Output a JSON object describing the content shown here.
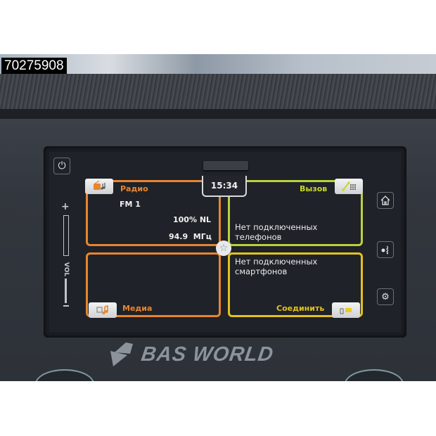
{
  "listing_id": "70275908",
  "screen": {
    "clock": "15:34",
    "power_icon": "power-icon",
    "volume": {
      "plus": "+",
      "label": "VOL",
      "minus": "−"
    },
    "side_buttons": [
      {
        "name": "home",
        "icon": "home-icon",
        "glyph": "⌂"
      },
      {
        "name": "voice",
        "icon": "voice-command-icon",
        "glyph": "ʗ"
      },
      {
        "name": "settings",
        "icon": "settings-gear-icon",
        "glyph": "⚙"
      }
    ],
    "favorite_icon": "☆",
    "tiles": {
      "radio": {
        "title": "Радио",
        "band": "FM 1",
        "signal": "100% NL",
        "frequency": "94.9  МГц",
        "icon": "radio-icon",
        "color": "#e8852e"
      },
      "call": {
        "title": "Вызов",
        "status_line1": "Нет подключенных",
        "status_line2": "телефонов",
        "icon": "phone-icon",
        "color": "#b9d23a"
      },
      "media": {
        "title": "Медиа",
        "icon": "media-icon",
        "color": "#e8852e"
      },
      "connect": {
        "title": "Соединить",
        "status_line1": "Нет подключенных",
        "status_line2": "смартфонов",
        "icon": "smartphone-connect-icon",
        "color": "#e2c21e"
      }
    }
  },
  "watermark": {
    "text": "BAS WORLD"
  }
}
